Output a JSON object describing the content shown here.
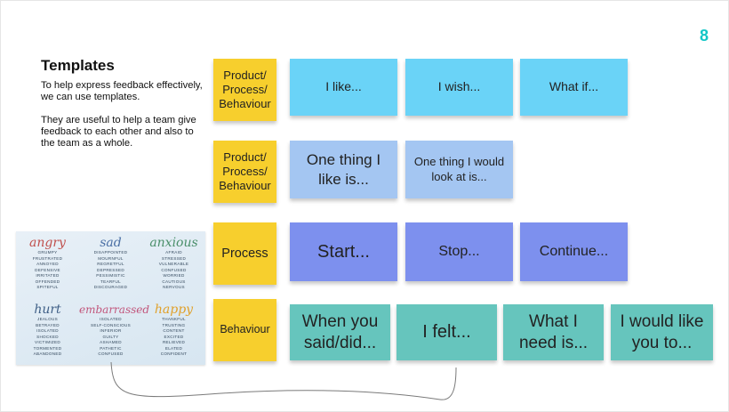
{
  "page_number": "8",
  "heading": "Templates",
  "intro_text": "To help express feedback effectively, we can use templates.",
  "usage_text": "They are useful to help a team give feedback to each other and also to the team as a whole.",
  "rows": [
    {
      "category": "Product/ Process/ Behaviour",
      "stickies": [
        "I like...",
        "I wish...",
        "What if..."
      ]
    },
    {
      "category": "Product/ Process/ Behaviour",
      "stickies": [
        "One thing I like is...",
        "One thing I would look at is..."
      ]
    },
    {
      "category": "Process",
      "stickies": [
        "Start...",
        "Stop...",
        "Continue..."
      ]
    },
    {
      "category": "Behaviour",
      "stickies": [
        "When you said/did...",
        "I felt...",
        "What I need is...",
        "I would like you to..."
      ]
    }
  ],
  "emotion_groups": [
    {
      "name": "angry",
      "color": "#c0504d",
      "words": [
        "GRUMPY",
        "FRUSTRATED",
        "ANNOYED",
        "DEFENSIVE",
        "IRRITATED",
        "OFFENDED",
        "SPITEFUL"
      ]
    },
    {
      "name": "sad",
      "color": "#4a6fa5",
      "words": [
        "DISAPPOINTED",
        "MOURNFUL",
        "REGRETFUL",
        "DEPRESSED",
        "PESSIMISTIC",
        "TEARFUL",
        "DISCOURAGED"
      ]
    },
    {
      "name": "anxious",
      "color": "#4a8f6a",
      "words": [
        "AFRAID",
        "STRESSED",
        "VULNERABLE",
        "CONFUSED",
        "WORRIED",
        "CAUTIOUS",
        "NERVOUS"
      ]
    },
    {
      "name": "hurt",
      "color": "#3f5f86",
      "words": [
        "JEALOUS",
        "BETRAYED",
        "ISOLATED",
        "SHOCKED",
        "VICTIMIZED",
        "TORMENTED",
        "ABANDONED"
      ]
    },
    {
      "name": "embarrassed",
      "color": "#c2567c",
      "words": [
        "ISOLATED",
        "SELF-CONSCIOUS",
        "INFERIOR",
        "GUILTY",
        "ASHAMED",
        "PATHETIC",
        "CONFUSED"
      ]
    },
    {
      "name": "happy",
      "color": "#e0a12b",
      "words": [
        "THANKFUL",
        "TRUSTING",
        "CONTENT",
        "EXCITED",
        "RELIEVED",
        "ELATED",
        "CONFIDENT"
      ]
    }
  ],
  "colors": {
    "accent": "#12c6c6",
    "yellow_note": "#f7cf2d",
    "cyan_note": "#6ad3f7",
    "light_blue_note": "#a4c6f2",
    "purple_note": "#7d90ee",
    "teal_note": "#66c5bd"
  }
}
